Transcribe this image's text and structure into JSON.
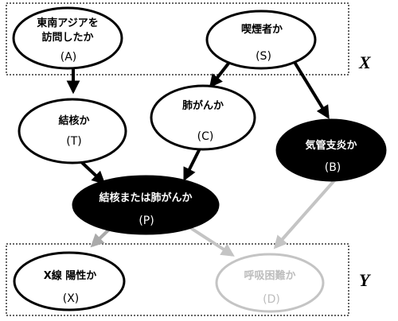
{
  "diagram": {
    "group_labels": {
      "top": "X",
      "bottom": "Y"
    },
    "nodes": {
      "A": {
        "label_line1": "東南アジアを",
        "label_line2": "訪問したか",
        "letter": "(A)",
        "fill": "#ffffff",
        "text_color": "#000000",
        "stroke": "#000000"
      },
      "S": {
        "label": "喫煙者か",
        "letter": "(S)",
        "fill": "#ffffff",
        "text_color": "#000000",
        "stroke": "#000000"
      },
      "T": {
        "label": "結核か",
        "letter": "(T)",
        "fill": "#ffffff",
        "text_color": "#000000",
        "stroke": "#000000"
      },
      "C": {
        "label": "肺がんか",
        "letter": "(C)",
        "fill": "#ffffff",
        "text_color": "#000000",
        "stroke": "#000000"
      },
      "B": {
        "label": "気管支炎か",
        "letter": "(B)",
        "fill": "#000000",
        "text_color": "#ffffff",
        "stroke": "#000000"
      },
      "P": {
        "label": "結核または肺がんか",
        "letter": "(P)",
        "fill": "#000000",
        "text_color": "#ffffff",
        "stroke": "#000000"
      },
      "X": {
        "label": "X線 陽性か",
        "letter": "(X)",
        "fill": "#ffffff",
        "text_color": "#000000",
        "stroke": "#000000"
      },
      "D": {
        "label": "呼吸困難か",
        "letter": "(D)",
        "fill": "#ffffff",
        "text_color": "#bdbdbd",
        "stroke": "#c4c4c4"
      }
    },
    "edges": [
      {
        "from": "A",
        "to": "T",
        "color": "#000000"
      },
      {
        "from": "S",
        "to": "C",
        "color": "#000000"
      },
      {
        "from": "S",
        "to": "B",
        "color": "#000000"
      },
      {
        "from": "T",
        "to": "P",
        "color": "#000000"
      },
      {
        "from": "C",
        "to": "P",
        "color": "#000000"
      },
      {
        "from": "P",
        "to": "X",
        "color": "#aaaaaa"
      },
      {
        "from": "P",
        "to": "D",
        "color": "#c4c4c4"
      },
      {
        "from": "B",
        "to": "D",
        "color": "#c4c4c4"
      }
    ]
  }
}
